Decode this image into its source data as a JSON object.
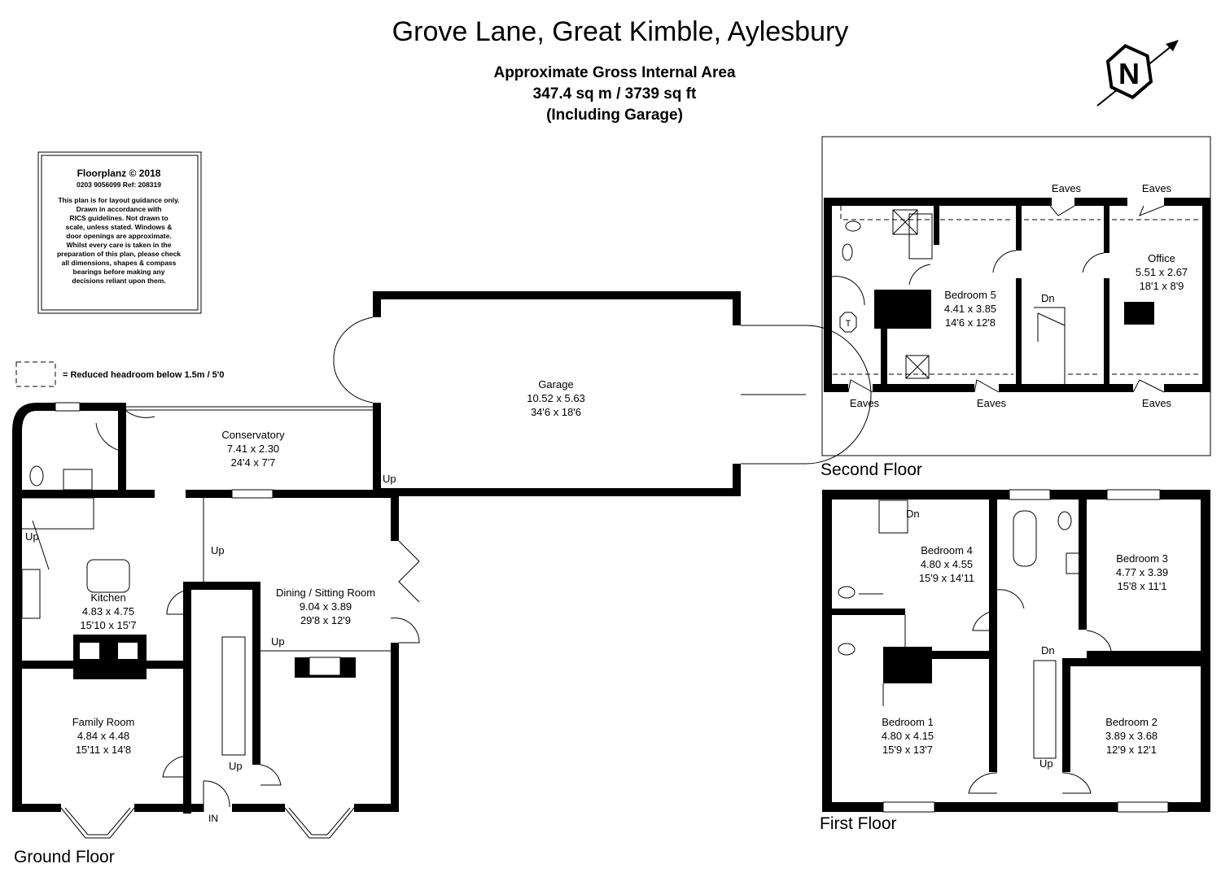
{
  "header": {
    "title": "Grove Lane, Great Kimble, Aylesbury",
    "area_heading": "Approximate Gross Internal Area",
    "area_value": "347.4 sq m / 3739 sq ft",
    "area_note": "(Including Garage)"
  },
  "compass": {
    "letter": "N",
    "icon": "north-arrow-icon"
  },
  "disclaimer": {
    "title": "Floorplanz © 2018",
    "ref": "0203 9056099 Ref: 208319",
    "lines": [
      "This plan is for layout guidance only.",
      "Drawn in accordance with",
      "RICS guidelines. Not drawn to",
      "scale, unless stated. Windows &",
      "door openings are approximate.",
      "Whilst every care is taken in the",
      "preparation of this plan, please check",
      "all dimensions, shapes & compass",
      "bearings before making any",
      "decisions reliant upon them."
    ]
  },
  "legend": {
    "headroom": "= Reduced headroom below 1.5m / 5'0"
  },
  "floors": {
    "ground": {
      "label": "Ground Floor",
      "rooms": {
        "garage": {
          "name": "Garage",
          "metric": "10.52 x 5.63",
          "imperial": "34'6 x 18'6"
        },
        "conservatory": {
          "name": "Conservatory",
          "metric": "7.41 x 2.30",
          "imperial": "24'4 x 7'7"
        },
        "kitchen": {
          "name": "Kitchen",
          "metric": "4.83 x 4.75",
          "imperial": "15'10 x 15'7"
        },
        "dining": {
          "name": "Dining / Sitting Room",
          "metric": "9.04 x 3.89",
          "imperial": "29'8 x 12'9"
        },
        "family": {
          "name": "Family Room",
          "metric": "4.84 x 4.48",
          "imperial": "15'11 x 14'8"
        }
      },
      "markers": {
        "up": "Up",
        "in": "IN"
      }
    },
    "first": {
      "label": "First Floor",
      "rooms": {
        "bed4": {
          "name": "Bedroom 4",
          "metric": "4.80 x 4.55",
          "imperial": "15'9 x 14'11"
        },
        "bed3": {
          "name": "Bedroom 3",
          "metric": "4.77 x 3.39",
          "imperial": "15'8 x 11'1"
        },
        "bed1": {
          "name": "Bedroom 1",
          "metric": "4.80 x 4.15",
          "imperial": "15'9 x 13'7"
        },
        "bed2": {
          "name": "Bedroom 2",
          "metric": "3.89 x 3.68",
          "imperial": "12'9 x 12'1"
        }
      },
      "markers": {
        "dn": "Dn",
        "up": "Up"
      }
    },
    "second": {
      "label": "Second Floor",
      "rooms": {
        "bed5": {
          "name": "Bedroom 5",
          "metric": "4.41 x 3.85",
          "imperial": "14'6 x 12'8"
        },
        "office": {
          "name": "Office",
          "metric": "5.51 x 2.67",
          "imperial": "18'1 x 8'9"
        }
      },
      "markers": {
        "dn": "Dn",
        "eaves": "Eaves",
        "tank": "T"
      }
    }
  }
}
